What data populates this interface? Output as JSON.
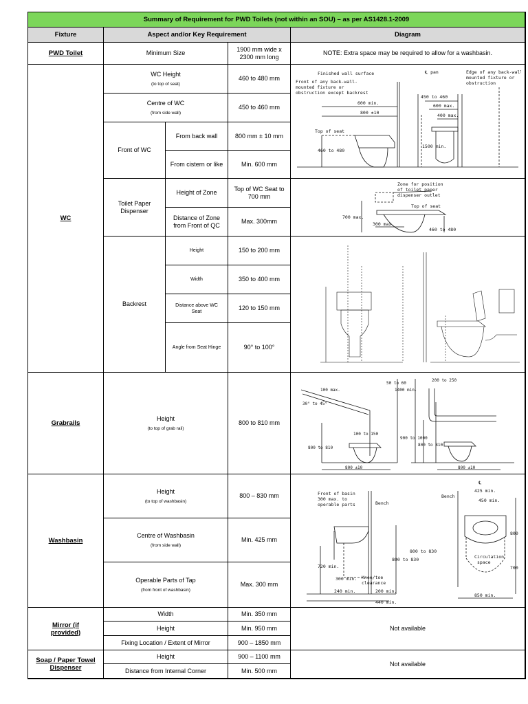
{
  "title": "Summary of Requirement for PWD Toilets (not within an SOU) – as per AS1428.1-2009",
  "headers": {
    "fixture": "Fixture",
    "aspect": "Aspect and/or Key Requirement",
    "diagram": "Diagram"
  },
  "pwd": {
    "fixture": "PWD Toilet",
    "aspect": "Minimum Size",
    "value": "1900 mm wide x 2300 mm long",
    "note": "NOTE: Extra space may be required to allow for a washbasin."
  },
  "wc": {
    "fixture": "WC",
    "height": {
      "label": "WC Height",
      "sub": "(to top of seat)",
      "value": "460 to 480 mm"
    },
    "centre": {
      "label": "Centre of WC",
      "sub": "(from side wall)",
      "value": "450 to 460 mm"
    },
    "front": {
      "label": "Front of WC",
      "back_wall": {
        "label": "From back wall",
        "value": "800 mm ± 10 mm"
      },
      "cistern": {
        "label": "From cistern or like",
        "value": "Min. 600 mm"
      }
    },
    "paper": {
      "label": "Toilet Paper Dispenser",
      "zone_height": {
        "label": "Height of Zone",
        "value": "Top of WC Seat to 700 mm"
      },
      "zone_distance": {
        "label": "Distance of Zone from Front of QC",
        "value": "Max. 300mm"
      }
    },
    "backrest": {
      "label": "Backrest",
      "height": {
        "label": "Height",
        "value": "150 to 200 mm"
      },
      "width": {
        "label": "Width",
        "value": "350 to 400 mm"
      },
      "distance": {
        "label": "Distance above WC Seat",
        "value": "120 to 150 mm"
      },
      "angle": {
        "label": "Angle from Seat Hinge",
        "value": "90° to 100°"
      }
    }
  },
  "grabrails": {
    "fixture": "Grabrails",
    "label": "Height",
    "sub": "(to top of grab rail)",
    "value": "800 to 810 mm"
  },
  "washbasin": {
    "fixture": "Washbasin",
    "height": {
      "label": "Height",
      "sub": "(to top of washbasin)",
      "value": "800 – 830 mm"
    },
    "centre": {
      "label": "Centre of Washbasin",
      "sub": "(from side wall)",
      "value": "Min. 425 mm"
    },
    "tap": {
      "label": "Operable Parts of Tap",
      "sub": "(from front of washbasin)",
      "value": "Max. 300 mm"
    }
  },
  "mirror": {
    "fixture": "Mirror (if provided)",
    "width": {
      "label": "Width",
      "value": "Min. 350 mm"
    },
    "height": {
      "label": "Height",
      "value": "Min. 950 mm"
    },
    "location": {
      "label": "Fixing Location / Extent of Mirror",
      "value": "900 – 1850 mm"
    },
    "diagram": "Not available"
  },
  "soap": {
    "fixture": "Soap / Paper Towel Dispenser",
    "height": {
      "label": "Height",
      "value": "900 – 1100 mm"
    },
    "distance": {
      "label": "Distance from Internal Corner",
      "value": "Min. 500 mm"
    },
    "diagram": "Not available"
  },
  "diagram_labels": {
    "d1": [
      "Finished wall surface",
      "Front of any back-wall-",
      "mounted fixture or",
      "obstruction except backrest",
      "600 min.",
      "800 ±10",
      "Top of seat",
      "460 to 480",
      "℄ pan",
      "Edge of any back-wall-",
      "mounted fixture or",
      "obstruction",
      "450 to 460",
      "600 max.",
      "400 max.",
      "1500 min."
    ],
    "d2": [
      "Zone for position",
      "of toilet paper",
      "dispenser outlet",
      "Top of seat",
      "700 max.",
      "300 max.",
      "460 to 480"
    ],
    "d4": [
      "100 max.",
      "30° to 45°",
      "50 to 60",
      "1400 min.",
      "200 to 250",
      "100 to 150",
      "800 to 810",
      "900 to 1000",
      "800 to 810",
      "800 ±10",
      "800 ±10"
    ],
    "d5": [
      "Front of basin",
      "300 max. to",
      "operable parts",
      "Bench",
      "720 min.",
      "300 min.",
      "Knee/toe",
      "clearance",
      "800 to 830",
      "800 to 830",
      "240 min.",
      "200 min.",
      "440 min.",
      "℄",
      "425 min.",
      "Bench",
      "450 min.",
      "800",
      "700",
      "Circulation",
      "space",
      "850 min."
    ]
  }
}
